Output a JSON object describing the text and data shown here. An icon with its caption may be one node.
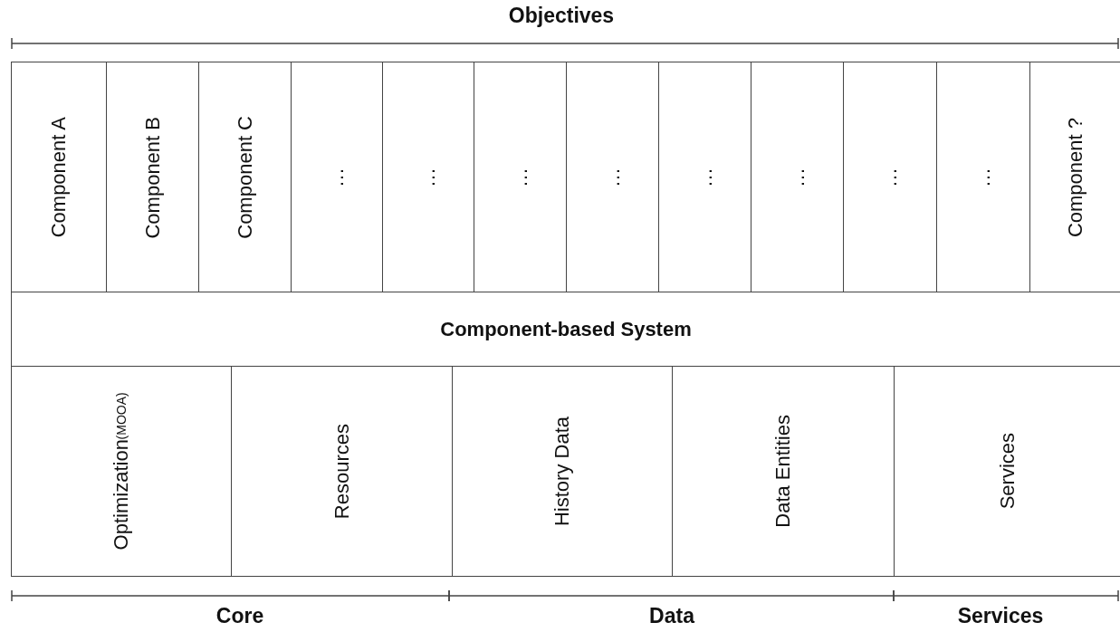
{
  "diagram": {
    "nodes": [
      {
        "text": [
          "Component A"
        ]
      },
      {
        "text": [
          "Component B"
        ]
      },
      {
        "text": [
          "Component C"
        ]
      },
      {
        "text": [
          "…"
        ]
      },
      {
        "text": [
          "…"
        ]
      },
      {
        "text": [
          "…"
        ]
      },
      {
        "text": [
          "…"
        ]
      },
      {
        "text": [
          "…"
        ]
      },
      {
        "text": [
          "…"
        ]
      },
      {
        "text": [
          "…"
        ]
      },
      {
        "text": [
          "…"
        ]
      },
      {
        "text": [
          "Component ?"
        ]
      },
      {
        "text": [
          "Component-based System"
        ]
      },
      {
        "text": [
          "Optimization",
          "(MOOA)"
        ]
      },
      {
        "text": [
          "Resources"
        ]
      },
      {
        "text": [
          "History Data"
        ]
      },
      {
        "text": [
          "Data Entities"
        ]
      },
      {
        "text": [
          "Services"
        ]
      }
    ],
    "edges": [],
    "labels": [
      "Objectives",
      "Core",
      "Data",
      "Services"
    ]
  }
}
